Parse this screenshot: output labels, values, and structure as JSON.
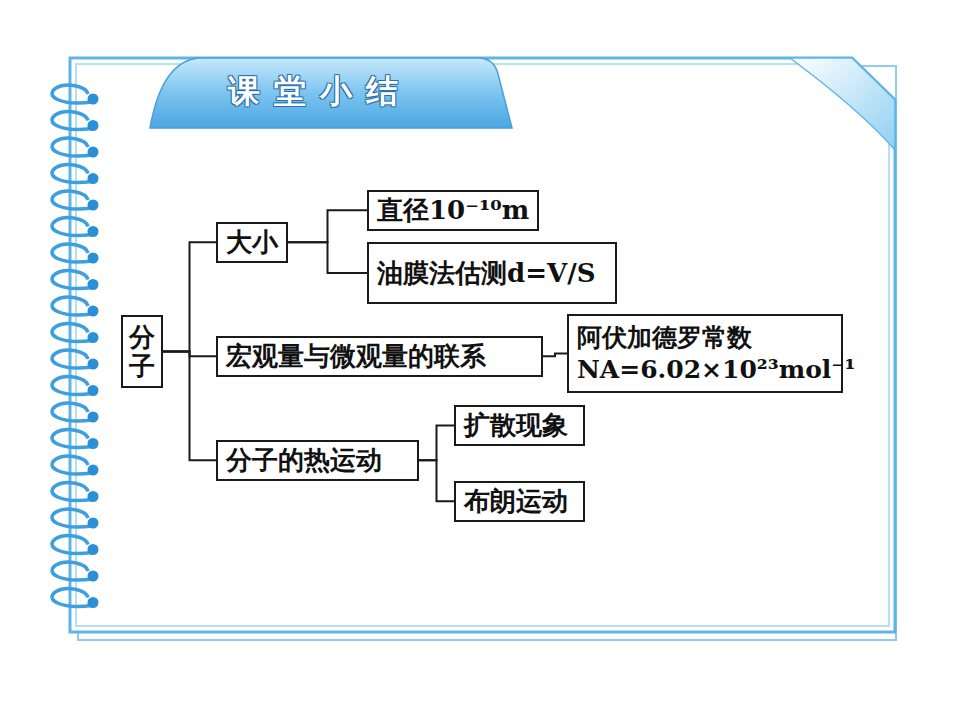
{
  "diagram": {
    "title": "课堂小结",
    "nodes": [
      {
        "text": [
          "分子"
        ]
      },
      {
        "text": [
          "大小"
        ]
      },
      {
        "text": [
          "直径10⁻¹⁰m"
        ]
      },
      {
        "text": [
          "油膜法估测d=V/S"
        ]
      },
      {
        "text": [
          "宏观量与微观量的联系"
        ]
      },
      {
        "text": [
          "阿伏加德罗常数 NA=6.02×10²³mol⁻¹"
        ]
      },
      {
        "text": [
          "分子的热运动"
        ]
      },
      {
        "text": [
          "扩散现象"
        ]
      },
      {
        "text": [
          "布朗运动"
        ]
      }
    ],
    "edges": [
      {
        "from": 0,
        "to": 1,
        "arrow": "none"
      },
      {
        "from": 0,
        "to": 4,
        "arrow": "none"
      },
      {
        "from": 0,
        "to": 6,
        "arrow": "none"
      },
      {
        "from": 1,
        "to": 2,
        "arrow": "none"
      },
      {
        "from": 1,
        "to": 3,
        "arrow": "none"
      },
      {
        "from": 4,
        "to": 5,
        "arrow": "none"
      },
      {
        "from": 6,
        "to": 7,
        "arrow": "none"
      },
      {
        "from": 6,
        "to": 8,
        "arrow": "none"
      }
    ]
  }
}
